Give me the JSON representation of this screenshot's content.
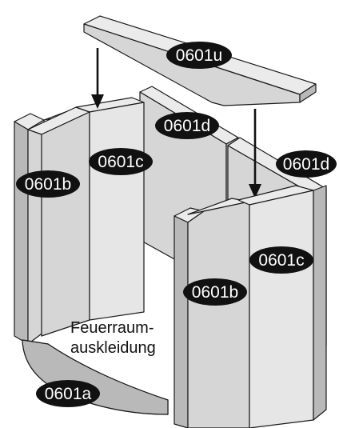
{
  "parts": {
    "top_plate": "0601u",
    "rear_plate": "0601d",
    "right_rear_plate": "0601d",
    "left_side_plate": "0601b",
    "left_front_plate": "0601c",
    "right_front_plate": "0601b",
    "right_inner_plate": "0601c",
    "floor_plate": "0601a"
  },
  "caption": {
    "line1": "Feuerraum-",
    "line2": "auskleidung"
  }
}
